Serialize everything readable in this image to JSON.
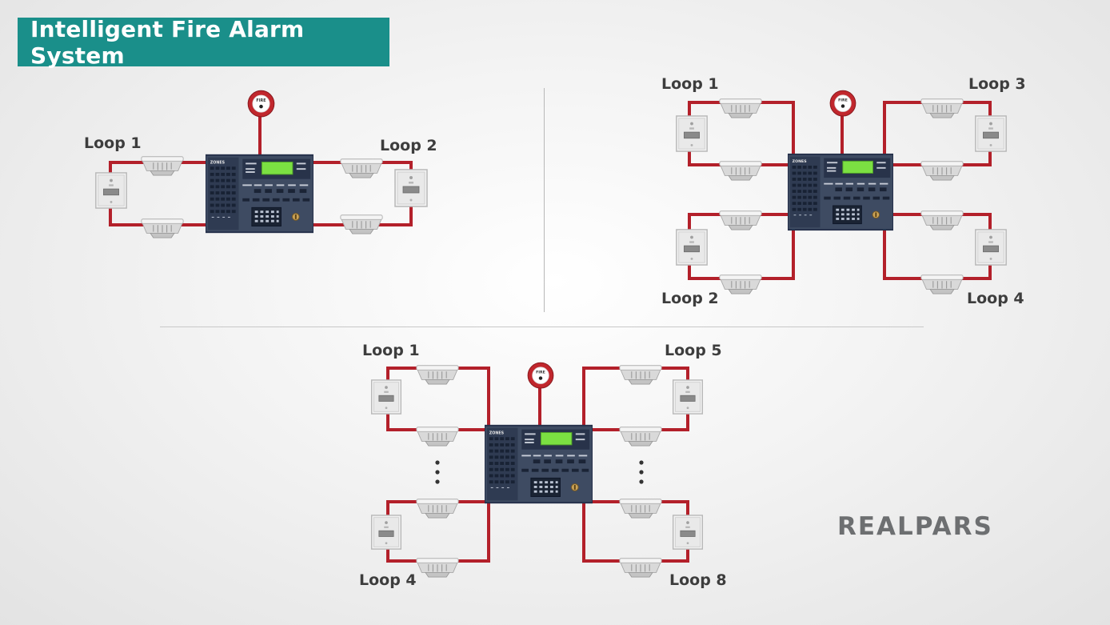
{
  "title": "Intelligent Fire Alarm System",
  "logo": "REALPARS",
  "diagrams": {
    "two_loop": {
      "loops": [
        "Loop 1",
        "Loop 2"
      ]
    },
    "four_loop": {
      "loops": [
        "Loop 1",
        "Loop 2",
        "Loop 3",
        "Loop 4"
      ]
    },
    "eight_loop": {
      "loops": [
        "Loop 1",
        "Loop 4",
        "Loop 5",
        "Loop 8"
      ]
    }
  },
  "panel": {
    "zones_label": "ZONES"
  },
  "pull_station": {
    "label": "FIRE"
  },
  "colors": {
    "title_bg": "#1a8f8a",
    "wire": "#b3202a",
    "panel": "#3e4b62",
    "lcd": "#7be042",
    "logo": "#6d6f71"
  },
  "icons": [
    "smoke-detector-icon",
    "call-point-icon",
    "fire-alarm-bell-icon",
    "control-panel-icon"
  ]
}
